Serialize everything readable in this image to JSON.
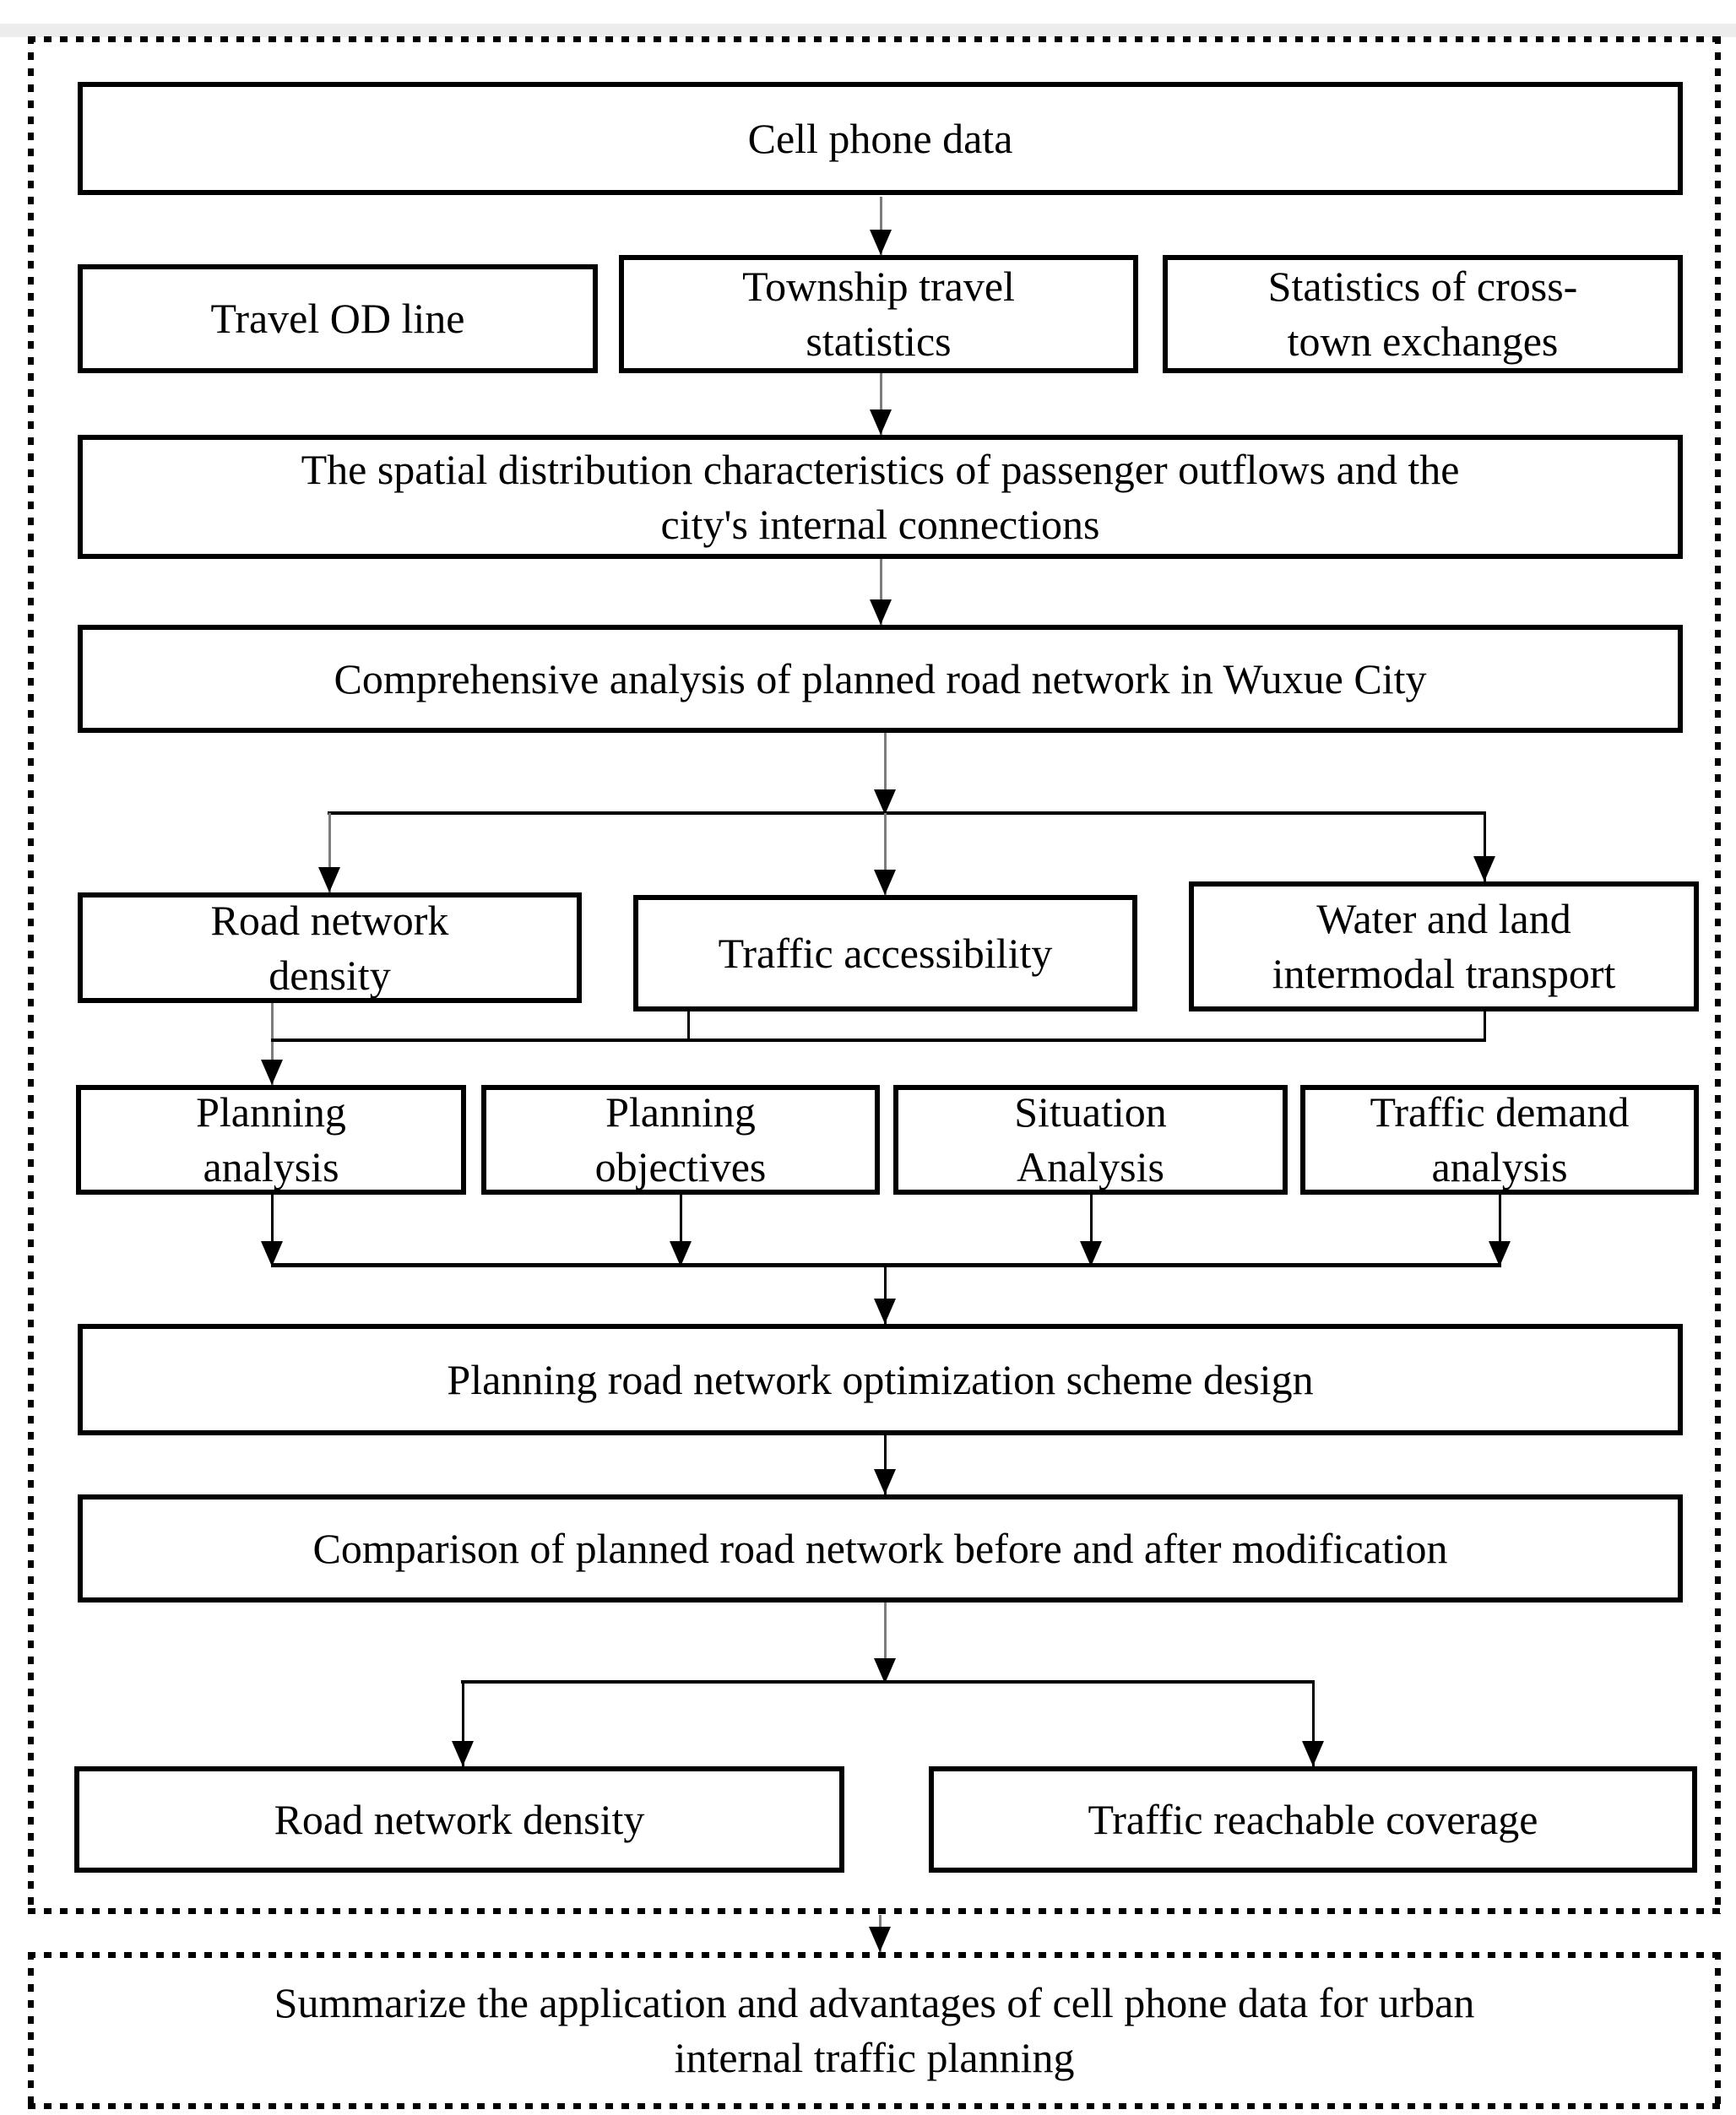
{
  "figure": {
    "type": "flowchart",
    "colors": {
      "background": "#ffffff",
      "box_border": "#000000",
      "text": "#000000",
      "connector_black": "#000000",
      "connector_gray": "#7d7d7d"
    },
    "nodes": {
      "cell_phone_data": "Cell phone data",
      "travel_od_line": "Travel OD line",
      "township_travel": "Township travel\nstatistics",
      "cross_town_exchanges": "Statistics of cross-\ntown exchanges",
      "spatial_distribution": "The spatial distribution characteristics of passenger outflows and the\ncity's internal connections",
      "comprehensive_analysis": "Comprehensive analysis of planned road network in Wuxue City",
      "road_network_density": "Road network\ndensity",
      "traffic_accessibility": "Traffic accessibility",
      "water_land_intermodal": "Water and land\nintermodal transport",
      "planning_analysis": "Planning\nanalysis",
      "planning_objectives": "Planning\nobjectives",
      "situation_analysis": "Situation\nAnalysis",
      "traffic_demand_analysis": "Traffic demand\nanalysis",
      "optimization_scheme": "Planning road network optimization scheme design",
      "comparison_modification": "Comparison of planned road network before and after modification",
      "road_network_density_result": "Road network density",
      "traffic_reachable_coverage": "Traffic reachable coverage",
      "summary": "Summarize the application and advantages of cell phone data for urban\ninternal traffic planning"
    }
  }
}
